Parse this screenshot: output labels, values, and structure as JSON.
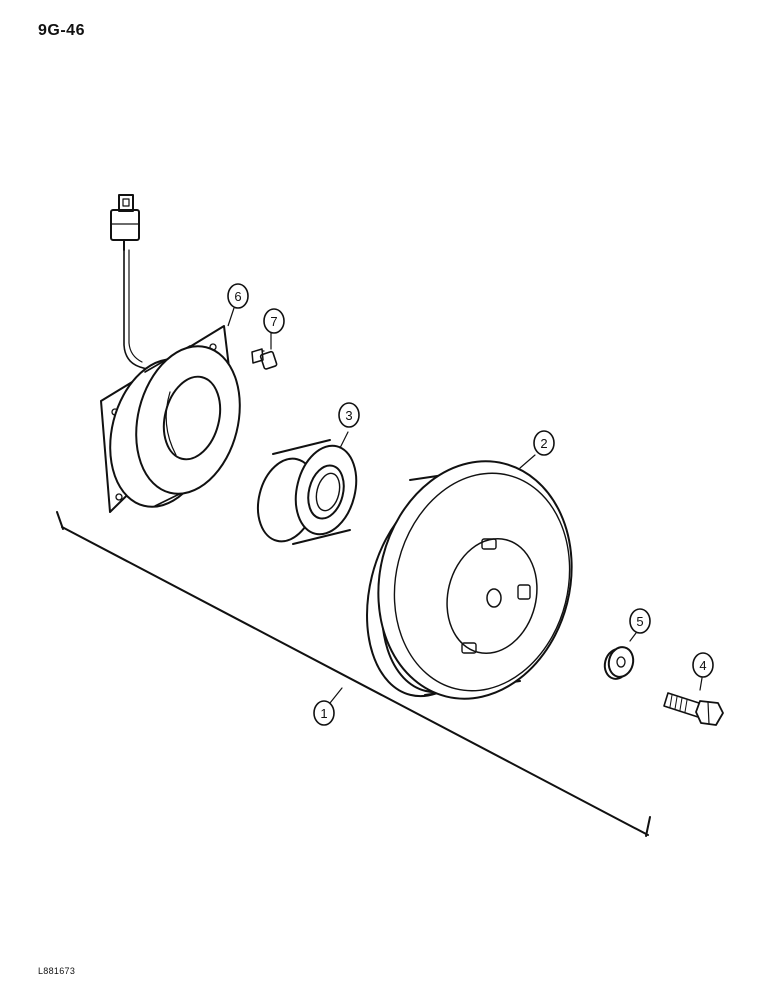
{
  "header": {
    "page_number": "9G-46"
  },
  "footer": {
    "figure_code": "L881673"
  },
  "callouts": [
    {
      "id": "1",
      "part": "clutch-assembly-bracket"
    },
    {
      "id": "2",
      "part": "pulley"
    },
    {
      "id": "3",
      "part": "bearing"
    },
    {
      "id": "4",
      "part": "bolt"
    },
    {
      "id": "5",
      "part": "washer"
    },
    {
      "id": "6",
      "part": "field-coil-with-connector"
    },
    {
      "id": "7",
      "part": "screw"
    }
  ],
  "colors": {
    "ink": "#111111",
    "paper": "#ffffff"
  }
}
